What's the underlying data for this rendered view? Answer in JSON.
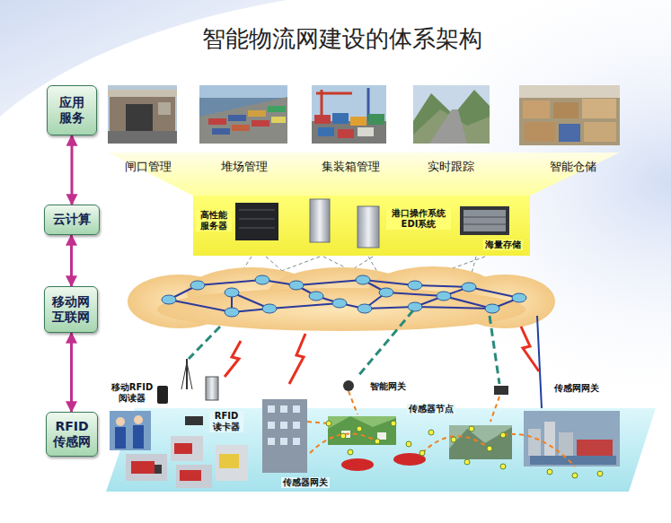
{
  "diagram": {
    "title": "智能物流网建设的体系架构",
    "nodes": [
      {
        "text": [
          "应用 服务"
        ]
      },
      {
        "text": [
          "云计算"
        ]
      },
      {
        "text": [
          "移动网 互联网"
        ]
      },
      {
        "text": [
          "RFID 传感网"
        ]
      }
    ],
    "edges": [
      {
        "from": 0,
        "to": 1,
        "arrow": "both"
      },
      {
        "from": 1,
        "to": 2,
        "arrow": "both"
      },
      {
        "from": 2,
        "to": 3,
        "arrow": "both"
      }
    ],
    "labels": [
      "闸口管理",
      "堆场管理",
      "集装箱管理",
      "实时跟踪",
      "智能仓储",
      "高性能 服务器",
      "港口操作系统 EDI系统",
      "海量存储",
      "移动RFID 阅读器",
      "智能网关",
      "传感网网关",
      "传感器节点",
      "RFID 读卡器",
      "传感器网关"
    ]
  }
}
